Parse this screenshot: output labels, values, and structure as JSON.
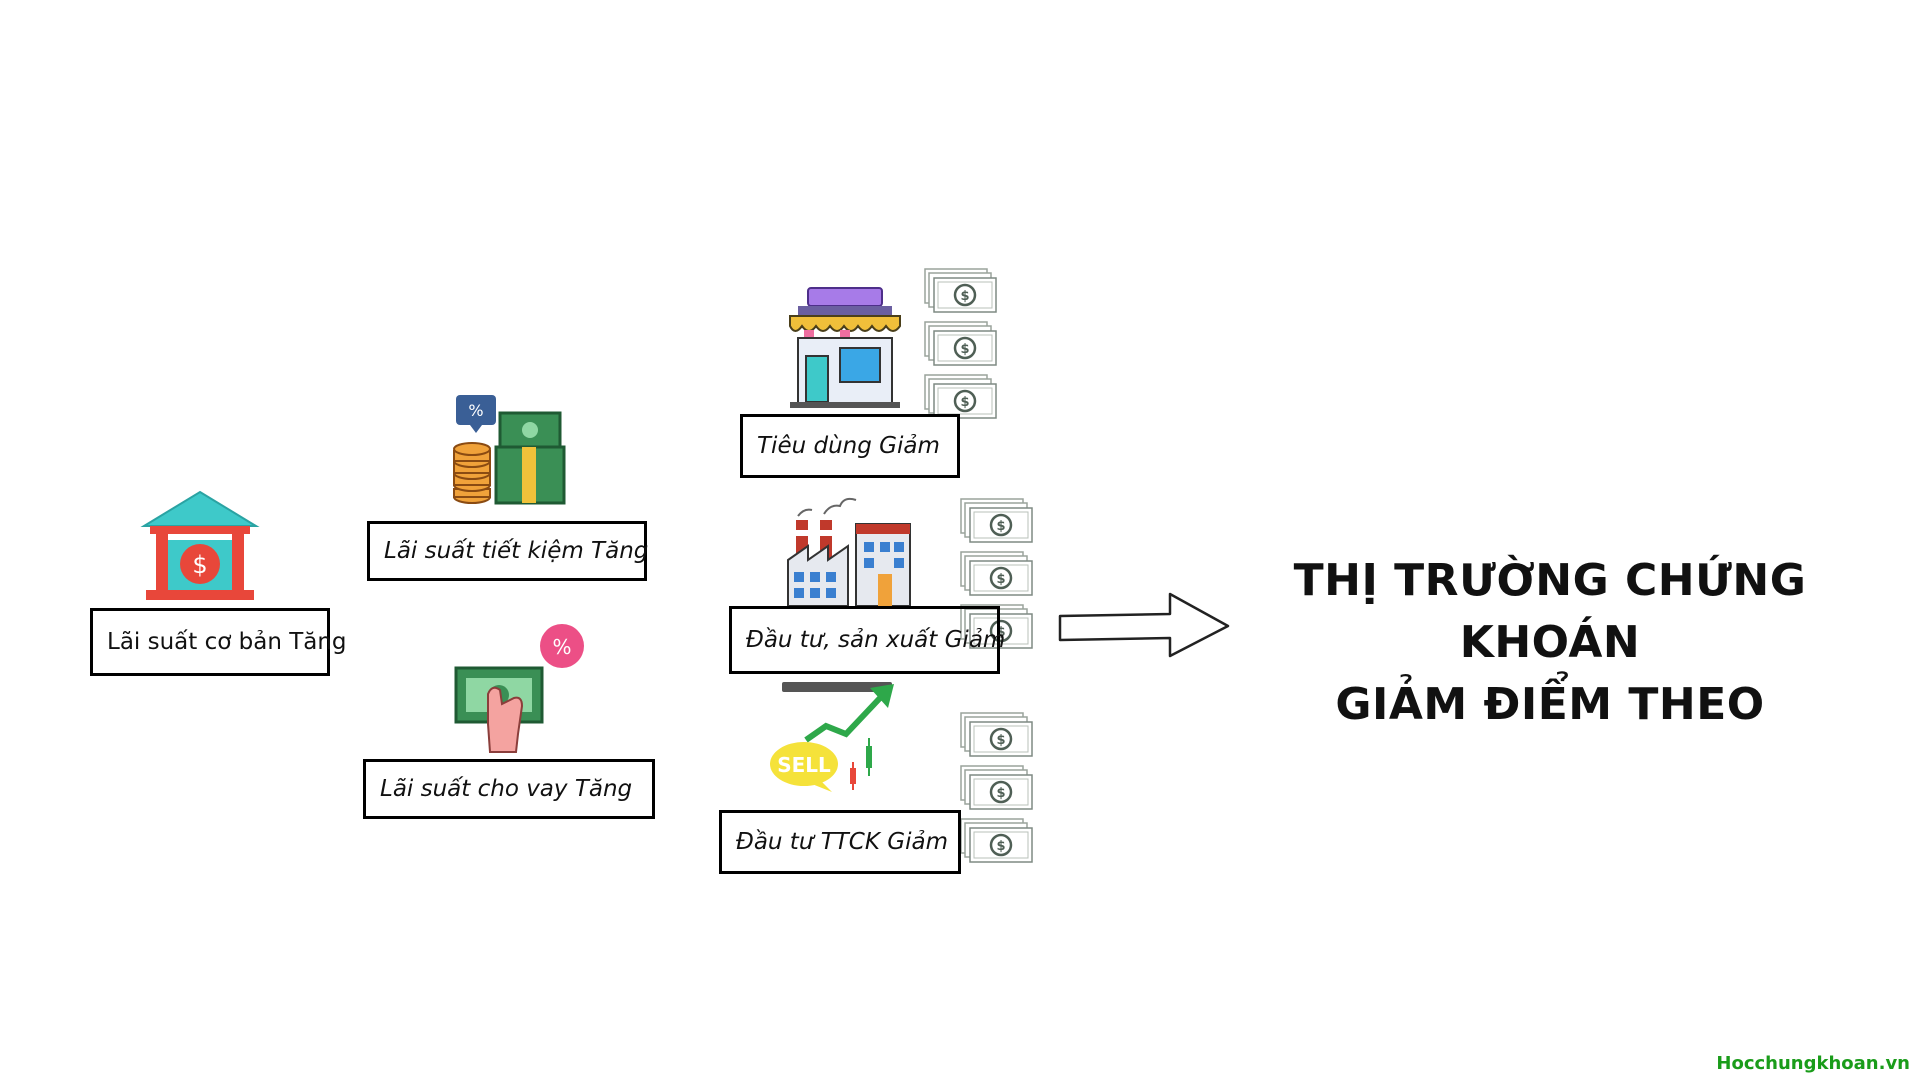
{
  "nodes": {
    "base_rate": "Lãi suất cơ bản Tăng",
    "savings_rate": "Lãi suất tiết kiệm Tăng",
    "lending_rate": "Lãi suất cho vay Tăng",
    "consumption": "Tiêu dùng Giảm",
    "investment": "Đầu tư, sản xuất Giảm",
    "stock_investment": "Đầu tư TTCK Giảm"
  },
  "result": {
    "line1": "THỊ TRƯỜNG CHỨNG KHOÁN",
    "line2": "GIẢM ĐIỂM THEO"
  },
  "watermark": "Hocchungkhoan.vn",
  "icons": {
    "bank": "bank-icon",
    "savings": "coins-and-cash-icon",
    "loan": "hand-with-money-icon",
    "shop": "shop-icon",
    "factory": "factory-icon",
    "stock": "sell-stock-chart-icon",
    "money": "banknote-stack-icon",
    "sell_text": "SELL",
    "percent": "%",
    "dollar": "$"
  },
  "colors": {
    "bank_roof": "#3ec9c9",
    "bank_body": "#e8473a",
    "cash_green": "#3a8f55",
    "coin_orange": "#f0a23a",
    "shop_awning": "#f0bf3a",
    "stock_arrow": "#2ea84a",
    "sell_bubble": "#f5e23a",
    "watermark": "#1a9c1a"
  }
}
